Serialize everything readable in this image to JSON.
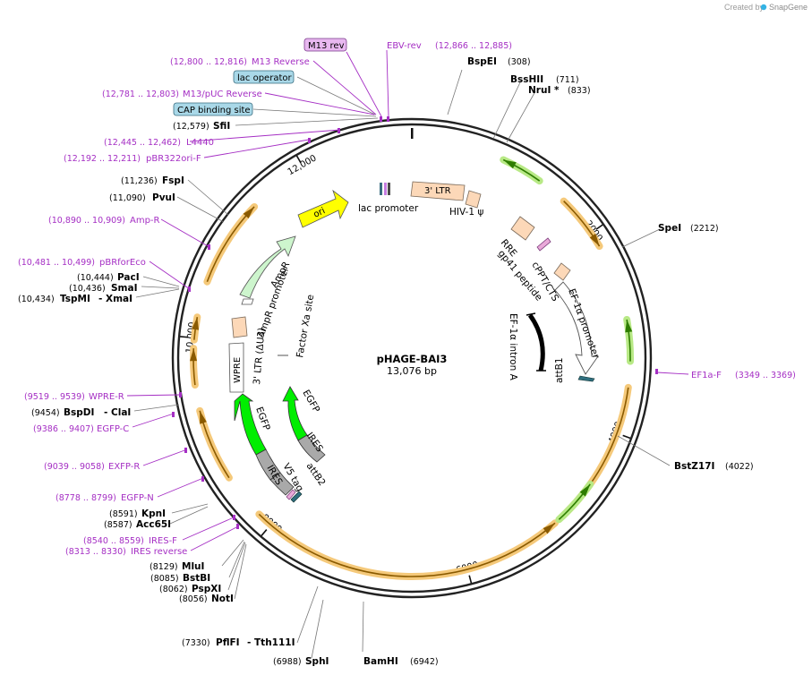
{
  "branding": {
    "created_by": "Created by",
    "app_name": "SnapGene"
  },
  "plasmid": {
    "name": "pHAGE-BAI3",
    "length_label": "13,076 bp",
    "length": 13076
  },
  "ruler": {
    "ticks": [
      2000,
      4000,
      6000,
      8000,
      10000,
      12000
    ],
    "labels": [
      "2000",
      "4000",
      "6000",
      "8000",
      "10,000",
      "12,000"
    ]
  },
  "enzymes": [
    {
      "name": "BspEI",
      "pos": "(308)"
    },
    {
      "name": "BssHII",
      "pos": "(711)"
    },
    {
      "name": "NruI *",
      "pos": "(833)"
    },
    {
      "name": "SpeI",
      "pos": "(2212)"
    },
    {
      "name": "BstZ17I",
      "pos": "(4022)"
    },
    {
      "name": "BamHI",
      "pos": "(6942)"
    },
    {
      "name": "SphI",
      "pos": "(6988)"
    },
    {
      "name": "PflFI",
      "name2": "- Tth111I",
      "pos": "(7330)"
    },
    {
      "name": "NotI",
      "pos": "(8056)"
    },
    {
      "name": "PspXI",
      "pos": "(8062)"
    },
    {
      "name": "BstBI",
      "pos": "(8085)"
    },
    {
      "name": "MluI",
      "pos": "(8129)"
    },
    {
      "name": "Acc65I",
      "pos": "(8587)"
    },
    {
      "name": "KpnI",
      "pos": "(8591)"
    },
    {
      "name": "BspDI",
      "name2": "- ClaI",
      "pos": "(9454)"
    },
    {
      "name": "TspMI",
      "name2": "- XmaI",
      "pos": "(10,434)"
    },
    {
      "name": "SmaI",
      "pos": "(10,436)"
    },
    {
      "name": "PacI",
      "pos": "(10,444)"
    },
    {
      "name": "PvuI",
      "pos": "(11,090)"
    },
    {
      "name": "FspI",
      "pos": "(11,236)"
    },
    {
      "name": "SfiI",
      "pos": "(12,579)"
    }
  ],
  "primers": [
    {
      "name": "EBV-rev",
      "pos": "(12,866 .. 12,885)"
    },
    {
      "name": "M13 Reverse",
      "pos": "(12,800 .. 12,816)"
    },
    {
      "name": "M13/pUC Reverse",
      "pos": "(12,781 .. 12,803)"
    },
    {
      "name": "L4440",
      "pos": "(12,445 .. 12,462)"
    },
    {
      "name": "pBR322ori-F",
      "pos": "(12,192 .. 12,211)"
    },
    {
      "name": "Amp-R",
      "pos": "(10,890 .. 10,909)"
    },
    {
      "name": "pBRforEco",
      "pos": "(10,481 .. 10,499)"
    },
    {
      "name": "WPRE-R",
      "pos": "(9519 .. 9539)"
    },
    {
      "name": "EGFP-C",
      "pos": "(9386 .. 9407)"
    },
    {
      "name": "EXFP-R",
      "pos": "(9039 .. 9058)"
    },
    {
      "name": "EGFP-N",
      "pos": "(8778 .. 8799)"
    },
    {
      "name": "IRES-F",
      "pos": "(8540 .. 8559)"
    },
    {
      "name": "IRES reverse",
      "pos": "(8313 .. 8330)"
    },
    {
      "name": "EF1a-F",
      "pos": "(3349 .. 3369)"
    }
  ],
  "boxed_features": [
    {
      "name": "M13 rev",
      "color": "#e8b8f0"
    },
    {
      "name": "lac operator",
      "color": "#a9d8e8"
    },
    {
      "name": "CAP binding site",
      "color": "#a9d8e8"
    }
  ],
  "features": {
    "lac_promoter": "lac promoter",
    "ltr3_top": "3' LTR",
    "hiv_psi": "HIV-1 ψ",
    "rre": "RRE",
    "gp41": "gp41 peptide",
    "cppt": "cPPT/CTS",
    "ef1a_promoter": "EF-1α promoter",
    "ef1a_intron": "EF-1α intron A",
    "attb1": "attB1",
    "ori": "ori",
    "ampr": "AmpR",
    "ampr_promoter": "AmpR promoter",
    "ltr3_du3": "3' LTR (ΔU3)",
    "wpre": "WPRE",
    "factor_xa": "Factor Xa site",
    "egfp_left": "EGFP",
    "ires_left": "IRES",
    "egfp_right": "EGFP",
    "ires_right": "IRES",
    "v5_tag": "V5 tag",
    "attb2": "attB2"
  },
  "colors": {
    "primer": "#a52fc4",
    "orf_band": "#f5c97a",
    "orf_arrow": "#8a5a00",
    "green_band": "#b8e986",
    "green_arrow": "#2e7d00",
    "ori_fill": "#ffff00",
    "ampr_fill": "#cdf5cd",
    "egfp_fill": "#00ee00",
    "ires_fill": "#a9a9a9",
    "ltr_fill": "#fcd8b8"
  }
}
